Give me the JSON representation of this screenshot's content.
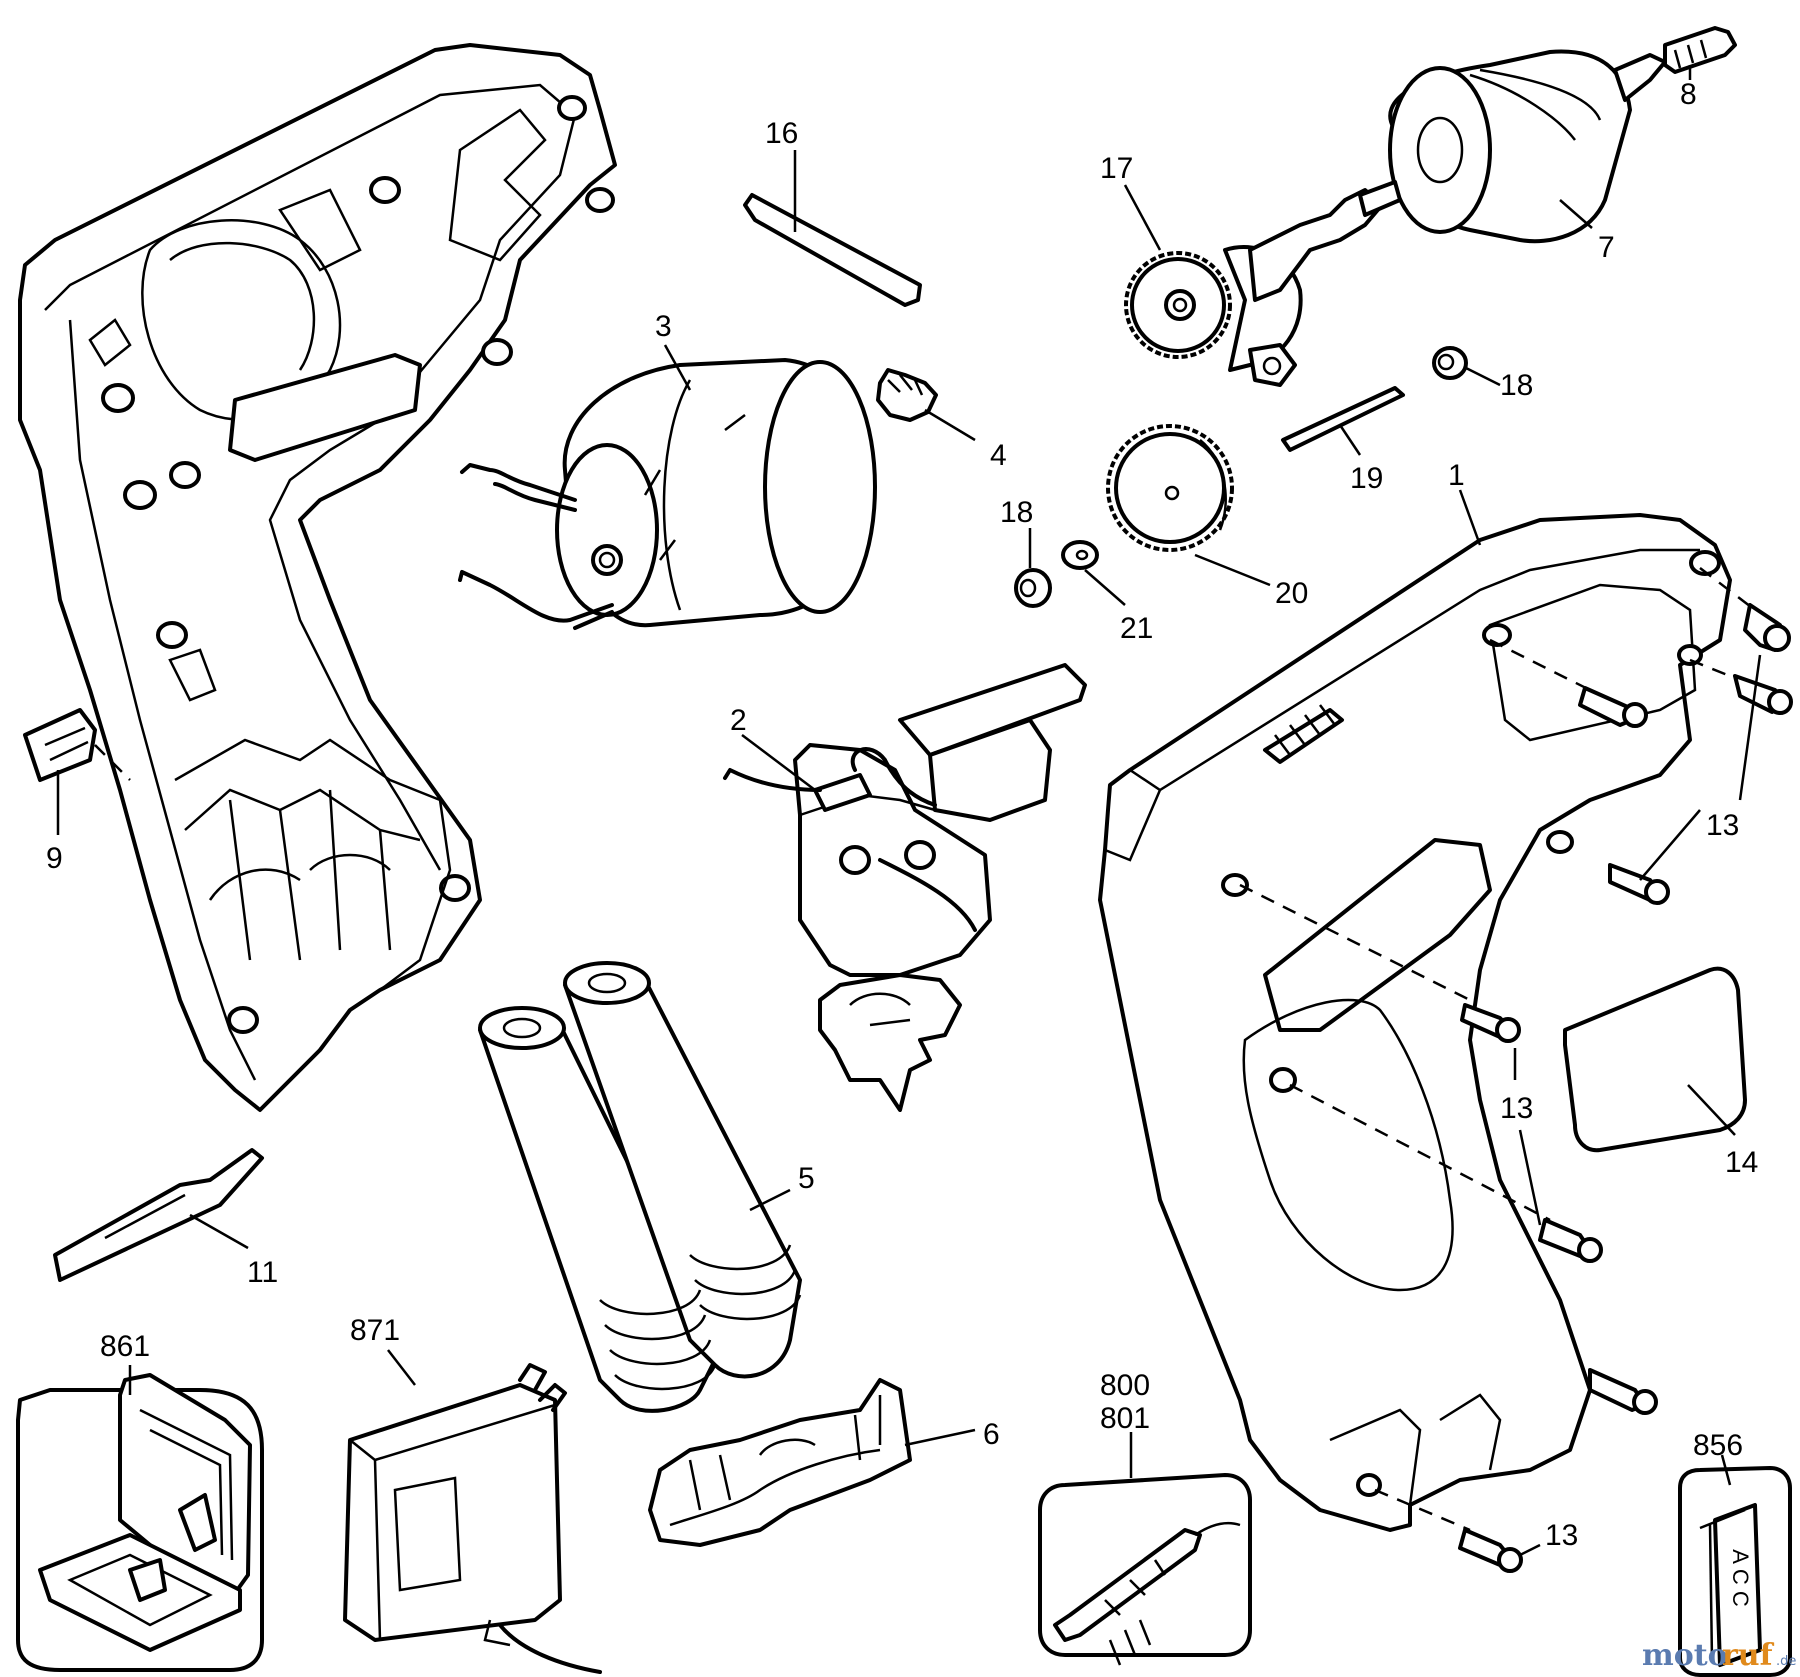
{
  "labels": {
    "p1": "1",
    "p2": "2",
    "p3": "3",
    "p4": "4",
    "p5": "5",
    "p6": "6",
    "p7": "7",
    "p8": "8",
    "p9": "9",
    "p11": "11",
    "p13a": "13",
    "p13b": "13",
    "p13c": "13",
    "p13d": "13",
    "p14": "14",
    "p16": "16",
    "p17": "17",
    "p18a": "18",
    "p18b": "18",
    "p19": "19",
    "p20": "20",
    "p21": "21",
    "p800": "800",
    "p801": "801",
    "p856": "856",
    "p861": "861",
    "p871": "871"
  },
  "label_card_text": "A C C",
  "watermark": {
    "part1": "moto",
    "part2": "ruf",
    "suffix": ".de"
  }
}
